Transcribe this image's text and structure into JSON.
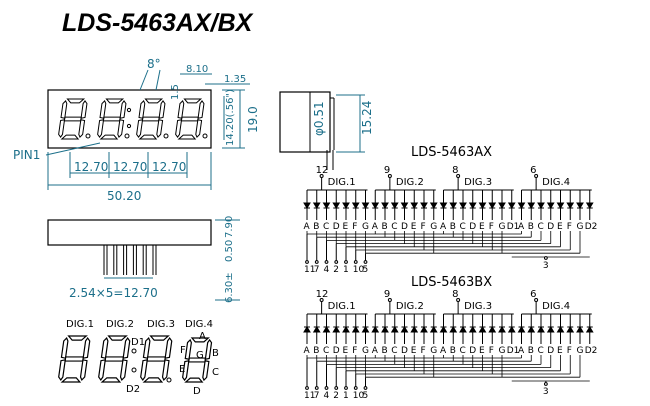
{
  "title": "LDS-5463AX/BX",
  "front": {
    "angle": "8°",
    "d810": "8.10",
    "d135": "1.35",
    "d15": "1.5",
    "char_h": "14.20(.56\")",
    "height": "19.0",
    "pin1": "PIN1",
    "pitch": [
      "12.70",
      "12.70",
      "12.70"
    ],
    "width": "50.20"
  },
  "side": {
    "dia": "φ0.51",
    "depth": "15.24"
  },
  "bottom": {
    "pins": "2.54×5=12.70",
    "len1": "0.50",
    "len2": "6.30±",
    "len3": "7.90"
  },
  "digits": {
    "labels": [
      "DIG.1",
      "DIG.2",
      "DIG.3",
      "DIG.4"
    ],
    "segs": [
      "A",
      "B",
      "C",
      "D",
      "E",
      "F",
      "G"
    ],
    "d1": "D1",
    "d2": "D2"
  },
  "schematic_a": {
    "title": "LDS-5463AX",
    "digit_labels": [
      "DIG.1",
      "DIG.2",
      "DIG.3",
      "DIG.4"
    ],
    "digit_pins": [
      "12",
      "9",
      "8",
      "6"
    ],
    "seg_labels": [
      "A",
      "B",
      "C",
      "D",
      "E",
      "F",
      "G",
      "A",
      "B",
      "C",
      "D",
      "E",
      "F",
      "G",
      "A",
      "B",
      "C",
      "D",
      "E",
      "F",
      "G",
      "D1",
      "A",
      "B",
      "C",
      "D",
      "E",
      "F",
      "G",
      "D2"
    ],
    "bottom_pins": [
      "11",
      "7",
      "4",
      "2",
      "1",
      "10",
      "5"
    ],
    "d_pin": "3"
  },
  "schematic_b": {
    "title": "LDS-5463BX",
    "digit_labels": [
      "DIG.1",
      "DIG.2",
      "DIG.3",
      "DIG.4"
    ],
    "digit_pins": [
      "12",
      "9",
      "8",
      "6"
    ],
    "seg_labels": [
      "A",
      "B",
      "C",
      "D",
      "E",
      "F",
      "G",
      "A",
      "B",
      "C",
      "D",
      "E",
      "F",
      "G",
      "A",
      "B",
      "C",
      "D",
      "E",
      "F",
      "G",
      "D1",
      "A",
      "B",
      "C",
      "D",
      "E",
      "F",
      "G",
      "D2"
    ],
    "bottom_pins": [
      "11",
      "7",
      "4",
      "2",
      "1",
      "10",
      "5"
    ],
    "d_pin": "3"
  }
}
